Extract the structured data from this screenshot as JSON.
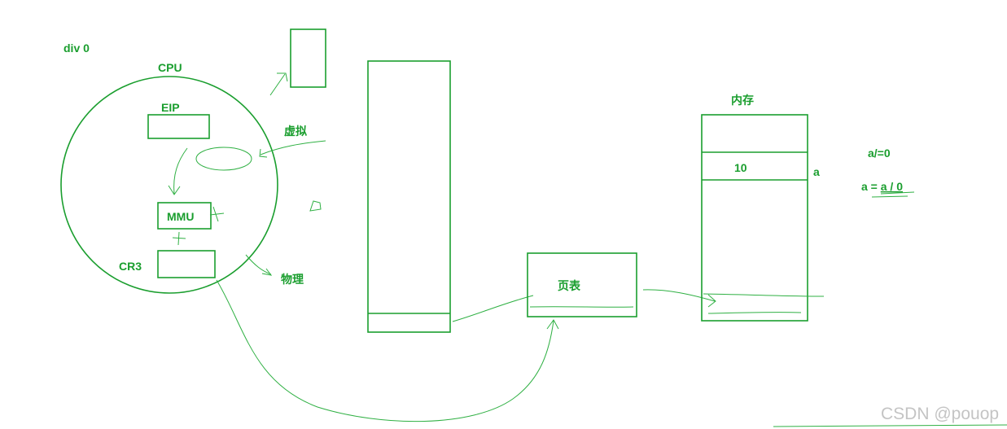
{
  "diagram": {
    "top_note": "div 0",
    "cpu_label": "CPU",
    "eip_label": "EIP",
    "mmu_label": "MMU",
    "cr3_label": "CR3",
    "virtual_label": "虚拟",
    "physical_label": "物理",
    "page_table_label": "页表",
    "memory_label": "内存",
    "memory_cell_value": "10",
    "memory_cell_var": "a",
    "formula_1": "a/=0",
    "formula_2_prefix": "a = ",
    "formula_2_underlined": "a / 0"
  },
  "watermark": "CSDN @pouop",
  "colors": {
    "ink": "#1a9e2e",
    "watermark": "#c4c4c4"
  }
}
